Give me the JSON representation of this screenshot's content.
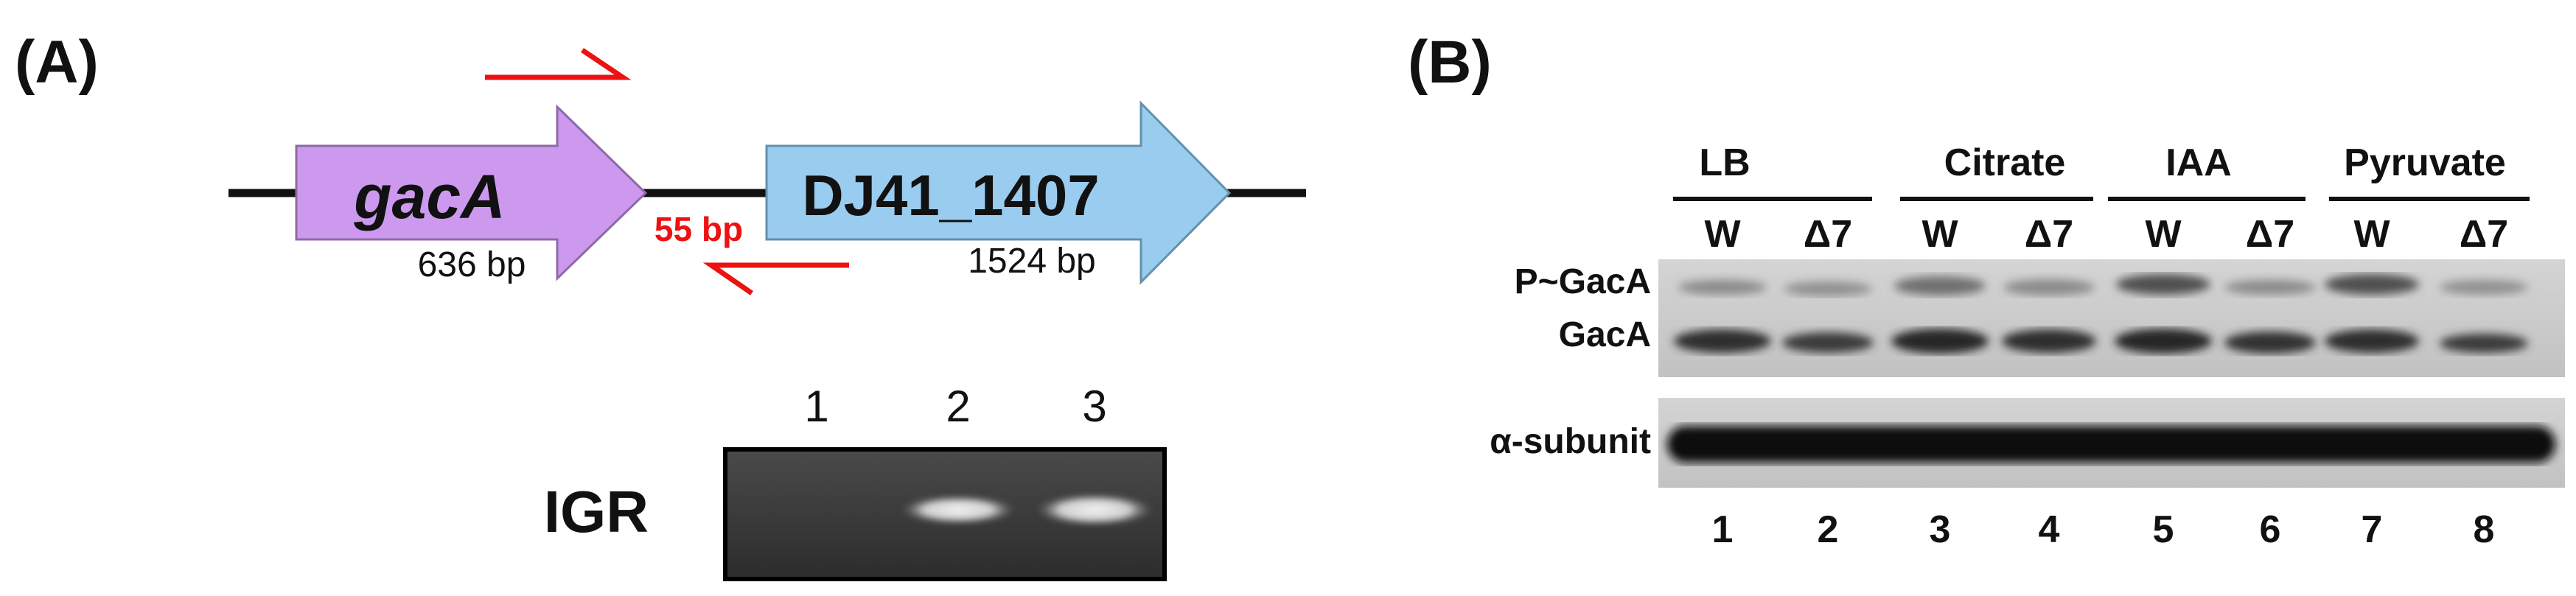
{
  "panel_a": {
    "label": "(A)",
    "gene1": {
      "name": "gacA",
      "size": "636 bp"
    },
    "gene2": {
      "name": "DJ41_1407",
      "size": "1524 bp"
    },
    "intergenic": "55 bp",
    "gel": {
      "row_label": "IGR",
      "lanes": [
        "1",
        "2",
        "3"
      ],
      "band_present": [
        false,
        true,
        true
      ]
    }
  },
  "panel_b": {
    "label": "(B)",
    "conditions": [
      "LB",
      "Citrate",
      "IAA",
      "Pyruvate"
    ],
    "strains": [
      "W",
      "Δ7",
      "W",
      "Δ7",
      "W",
      "Δ7",
      "W",
      "Δ7"
    ],
    "row_labels": [
      "P~GacA",
      "GacA",
      "α-subunit"
    ],
    "lane_numbers": [
      "1",
      "2",
      "3",
      "4",
      "5",
      "6",
      "7",
      "8"
    ]
  },
  "colors": {
    "gene1_fill": "#cc99ee",
    "gene2_fill": "#99ccee",
    "primer": "#ee1111",
    "intergenic_text": "#ee1111"
  }
}
